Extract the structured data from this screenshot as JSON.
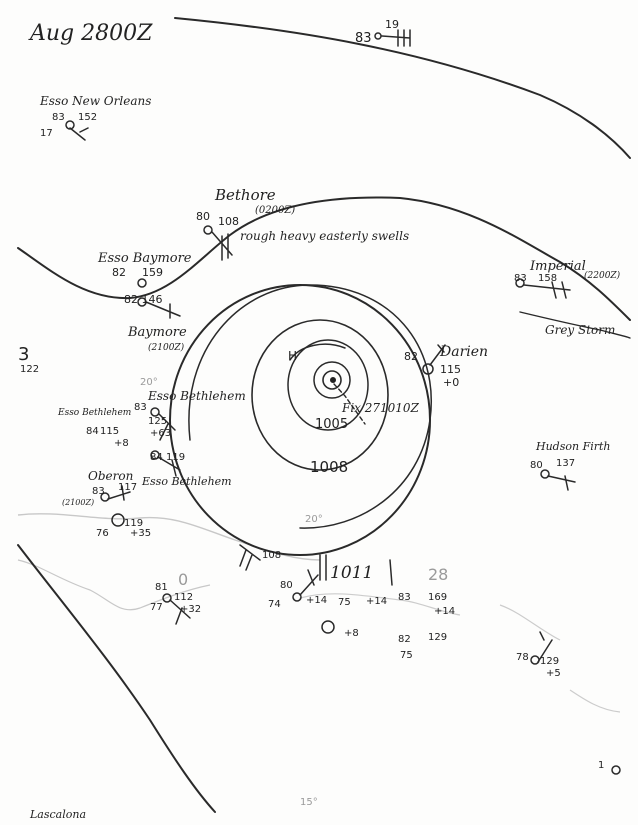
{
  "map": {
    "title": "Aug 2800Z",
    "pressure_labels": [
      "1008",
      "1005",
      "H"
    ],
    "latitude_labels": [
      "20°",
      "20°",
      "15°"
    ],
    "header_station": {
      "temp": "83",
      "pressure": "19"
    },
    "center_fix": "Fix 271010Z",
    "ship_notes": {
      "bethore_remark": "rough heavy easterly swells",
      "imperial_remark": "Grey Storm"
    },
    "stations": [
      {
        "name": "Esso New Orleans",
        "temp": "83",
        "pressure": "152",
        "extra": "17"
      },
      {
        "name": "Bethore",
        "time": "(0200Z)",
        "temp": "80",
        "pressure": "108"
      },
      {
        "name": "Esso Baymore",
        "temp": "82",
        "pressure": "159",
        "extra": "82 146"
      },
      {
        "name": "Baymore",
        "time": "(2100Z)"
      },
      {
        "name": "Imperial",
        "time": "(2200Z)",
        "temp": "83",
        "pressure": "158"
      },
      {
        "name": "Darien",
        "temp": "82",
        "pressure": "115",
        "tendency": "+0"
      },
      {
        "name": "Esso Bethlehem",
        "temp": "83",
        "pressure": "125",
        "tendency": "+63"
      },
      {
        "name": "Esso Bethlehem",
        "temp": "84",
        "pressure": "119"
      },
      {
        "name": "Oberon",
        "time": "(2100Z)",
        "temp": "83",
        "pressure": "117"
      },
      {
        "name": "Hudson Firth",
        "temp": "80",
        "pressure": "137"
      },
      {
        "name": "Esso Bethlehem",
        "temp": "84",
        "pressure": "115",
        "tendency": "+8"
      }
    ],
    "obs_numbers": [
      "76",
      "+35",
      "119",
      "81",
      "112",
      "77",
      "+32",
      "1011",
      "108",
      "80",
      "74",
      "+14",
      "75",
      "+14",
      "83",
      "169",
      "+14",
      "82",
      "129",
      "75",
      "+8",
      "78",
      "129",
      "+5",
      "122",
      "3",
      "28",
      "0",
      "1"
    ],
    "bottom_label": "Lascalona"
  }
}
